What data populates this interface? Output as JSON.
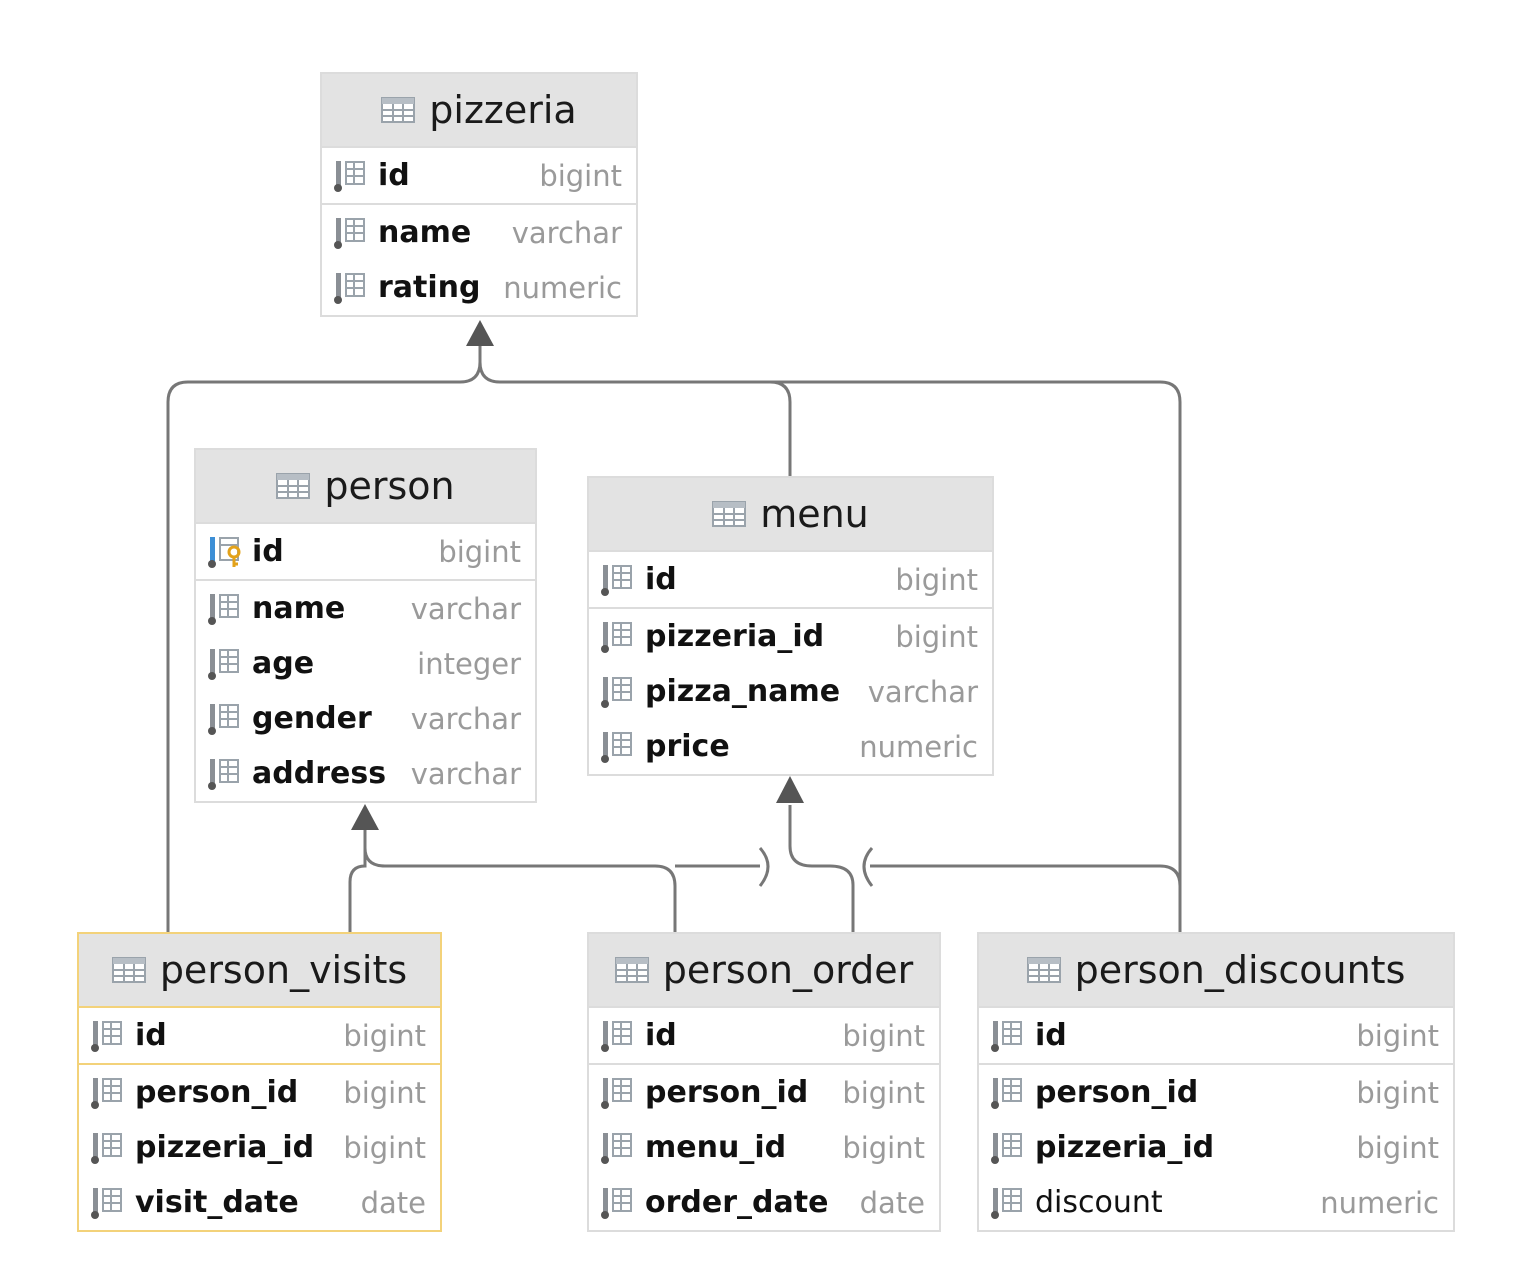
{
  "colors": {
    "edge": "#777777",
    "arrow": "#555555",
    "header_bg": "#e3e3e3",
    "border": "#dcdcdc",
    "selected_border": "#f3d27a",
    "type_text": "#9a9a9a"
  },
  "tables": {
    "pizzeria": {
      "name": "pizzeria",
      "icon": "table-icon",
      "columns": [
        {
          "name": "id",
          "type": "bigint",
          "icon": "column-icon"
        },
        {
          "name": "name",
          "type": "varchar",
          "icon": "column-icon"
        },
        {
          "name": "rating",
          "type": "numeric",
          "icon": "column-icon"
        }
      ]
    },
    "person": {
      "name": "person",
      "icon": "table-icon",
      "columns": [
        {
          "name": "id",
          "type": "bigint",
          "icon": "primary-key-column-icon"
        },
        {
          "name": "name",
          "type": "varchar",
          "icon": "column-icon"
        },
        {
          "name": "age",
          "type": "integer",
          "icon": "column-icon"
        },
        {
          "name": "gender",
          "type": "varchar",
          "icon": "column-icon"
        },
        {
          "name": "address",
          "type": "varchar",
          "icon": "column-icon"
        }
      ]
    },
    "menu": {
      "name": "menu",
      "icon": "table-icon",
      "columns": [
        {
          "name": "id",
          "type": "bigint",
          "icon": "column-icon"
        },
        {
          "name": "pizzeria_id",
          "type": "bigint",
          "icon": "column-icon"
        },
        {
          "name": "pizza_name",
          "type": "varchar",
          "icon": "column-icon"
        },
        {
          "name": "price",
          "type": "numeric",
          "icon": "column-icon"
        }
      ]
    },
    "person_visits": {
      "name": "person_visits",
      "icon": "table-icon",
      "selected": true,
      "columns": [
        {
          "name": "id",
          "type": "bigint",
          "icon": "column-icon"
        },
        {
          "name": "person_id",
          "type": "bigint",
          "icon": "column-icon"
        },
        {
          "name": "pizzeria_id",
          "type": "bigint",
          "icon": "column-icon"
        },
        {
          "name": "visit_date",
          "type": "date",
          "icon": "column-icon"
        }
      ]
    },
    "person_order": {
      "name": "person_order",
      "icon": "table-icon",
      "columns": [
        {
          "name": "id",
          "type": "bigint",
          "icon": "column-icon"
        },
        {
          "name": "person_id",
          "type": "bigint",
          "icon": "column-icon"
        },
        {
          "name": "menu_id",
          "type": "bigint",
          "icon": "column-icon"
        },
        {
          "name": "order_date",
          "type": "date",
          "icon": "column-icon"
        }
      ]
    },
    "person_discounts": {
      "name": "person_discounts",
      "icon": "table-icon",
      "columns": [
        {
          "name": "id",
          "type": "bigint",
          "icon": "column-icon"
        },
        {
          "name": "person_id",
          "type": "bigint",
          "icon": "column-icon"
        },
        {
          "name": "pizzeria_id",
          "type": "bigint",
          "icon": "column-icon"
        },
        {
          "name": "discount",
          "type": "numeric",
          "icon": "column-icon"
        }
      ]
    }
  },
  "relationships": [
    {
      "from": "person_visits",
      "to": "pizzeria"
    },
    {
      "from": "menu",
      "to": "pizzeria"
    },
    {
      "from": "person_discounts",
      "to": "pizzeria"
    },
    {
      "from": "person_visits",
      "to": "person"
    },
    {
      "from": "person_order",
      "to": "person"
    },
    {
      "from": "person_discounts",
      "to": "person"
    },
    {
      "from": "person_order",
      "to": "menu"
    }
  ]
}
